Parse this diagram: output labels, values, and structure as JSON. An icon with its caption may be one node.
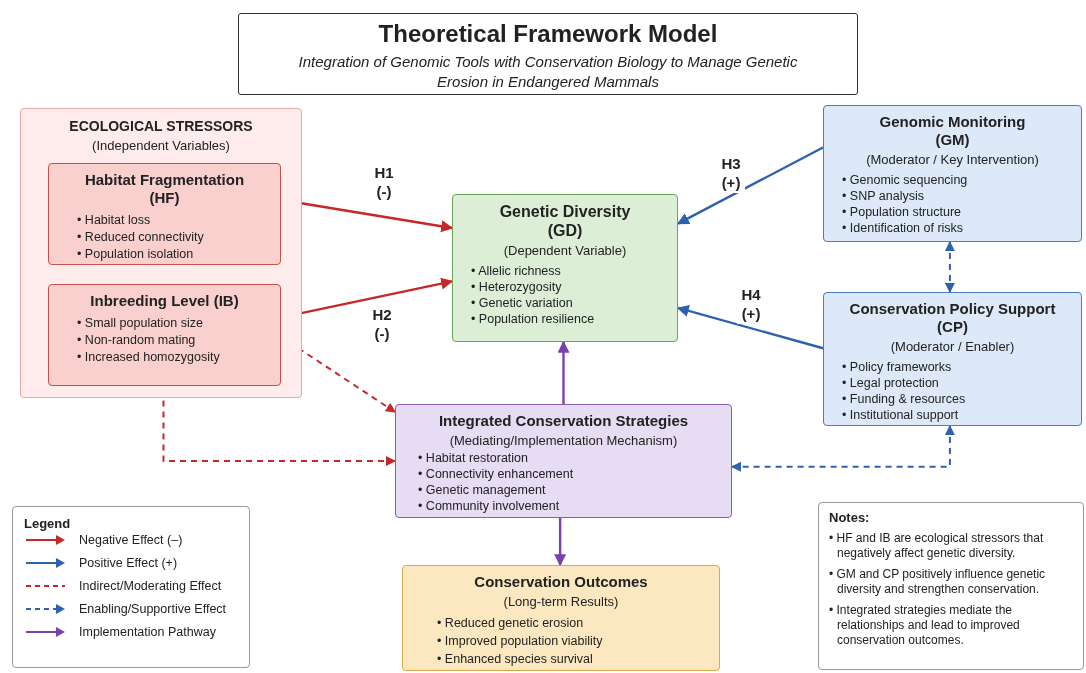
{
  "diagram": {
    "title": "Theoretical Framework Model",
    "caption": "Integration of Genomic Tools with Conservation Biology to Manage Genetic Erosion in Endangered Mammals",
    "nodes": [
      {
        "text": [
          "ECOLOGICAL STRESSORS",
          "(Independent Variables)"
        ]
      },
      {
        "text": [
          "Habitat Fragmentation (HF)",
          "• Habitat loss",
          "• Reduced connectivity",
          "• Population isolation"
        ],
        "in": 0
      },
      {
        "text": [
          "Inbreeding Level (IB)",
          "• Small population size",
          "• Non-random mating",
          "• Increased homozygosity"
        ],
        "in": 0
      },
      {
        "text": [
          "Genetic Diversity (GD)",
          "(Dependent Variable)",
          "• Allelic richness",
          "• Heterozygosity",
          "• Genetic variation",
          "• Population resilience"
        ]
      },
      {
        "text": [
          "Genomic Monitoring (GM)",
          "(Moderator / Key Intervention)",
          "• Genomic sequencing",
          "• SNP analysis",
          "• Population structure",
          "• Identification of risks"
        ]
      },
      {
        "text": [
          "Conservation Policy Support (CP)",
          "(Moderator / Enabler)",
          "• Policy frameworks",
          "• Legal protection",
          "• Funding & resources",
          "• Institutional support"
        ]
      },
      {
        "text": [
          "Integrated Conservation Strategies",
          "(Mediating/Implementation Mechanism)",
          "• Habitat restoration",
          "• Connectivity enhancement",
          "• Genetic management",
          "• Community involvement"
        ]
      },
      {
        "text": [
          "Conservation Outcomes",
          "(Long-term Results)",
          "• Reduced genetic erosion",
          "• Improved population viability",
          "• Enhanced species survival"
        ]
      },
      {
        "text": [
          "Notes:",
          "• HF and IB are ecological stressors that negatively affect genetic diversity.",
          "• GM and CP positively influence genetic diversity and strengthen conservation.",
          "• Integrated strategies mediate the relationships and lead to improved conservation outcomes."
        ]
      }
    ],
    "edges": [
      {
        "from": 1,
        "to": 3,
        "arrow": "to",
        "label": "H1 (-)",
        "color": "#c62828"
      },
      {
        "from": 2,
        "to": 3,
        "arrow": "to",
        "label": "H2 (-)",
        "color": "#c62828"
      },
      {
        "from": 4,
        "to": 3,
        "arrow": "to",
        "label": "H3 (+)",
        "color": "#2f62ad"
      },
      {
        "from": 5,
        "to": 3,
        "arrow": "to",
        "label": "H4 (+)",
        "color": "#2f62ad"
      },
      {
        "from": 4,
        "to": 5,
        "arrow": "both",
        "style": "dashed",
        "color": "#2f62ad"
      },
      {
        "from": 2,
        "to": 6,
        "arrow": "to",
        "style": "dashed",
        "color": "#c62828"
      },
      {
        "from": 6,
        "to": 2,
        "arrow": "both",
        "style": "dashed",
        "color": "#c62828"
      },
      {
        "from": 5,
        "to": 6,
        "arrow": "both",
        "style": "dashed",
        "color": "#2f62ad"
      },
      {
        "from": 6,
        "to": 3,
        "arrow": "to",
        "color": "#7b3fb0"
      },
      {
        "from": 6,
        "to": 7,
        "arrow": "to",
        "color": "#7b3fb0"
      }
    ],
    "labels": [
      "Legend"
    ],
    "legend": [
      {
        "text": "Negative Effect (–)"
      },
      {
        "text": "Positive Effect (+)"
      },
      {
        "text": "Indirect/Moderating Effect"
      },
      {
        "text": "Enabling/Supportive Effect"
      },
      {
        "text": "Implementation Pathway"
      }
    ]
  }
}
